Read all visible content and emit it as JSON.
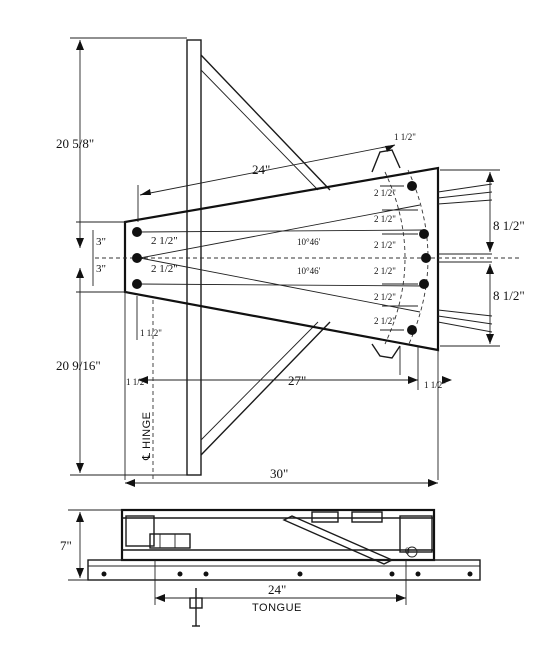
{
  "dimensions": {
    "top_height": "20 5/8\"",
    "bottom_height": "20 9/16\"",
    "top_span": "24\"",
    "right_top": "8 1/2\"",
    "right_bottom": "8 1/2\"",
    "left_a": "3\"",
    "left_b": "3\"",
    "center_a": "2 1/2\"",
    "center_b": "2 1/2\"",
    "angle_top": "10°46'",
    "angle_bottom": "10°46'",
    "left_offset_a": "1 1/2\"",
    "left_offset_b": "1 1/2\"",
    "mid_span": "27\"",
    "right_small_a": "1 1/2\"",
    "right_small_b": "1 1/2\"",
    "right_holes": [
      "2 1/2\"",
      "2 1/2\"",
      "2 1/2\"",
      "2 1/2\"",
      "2 1/2\"",
      "2 1/2\""
    ],
    "overall_width": "30\"",
    "side_height": "7\"",
    "tongue_span": "24\""
  },
  "labels": {
    "hinge": "℄ HINGE",
    "tongue": "TONGUE"
  }
}
